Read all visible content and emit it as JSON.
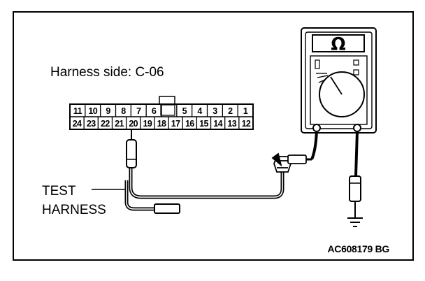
{
  "harness_label": "Harness side: C-06",
  "connector": {
    "top_row": [
      "11",
      "10",
      "9",
      "8",
      "7",
      "6",
      "",
      "5",
      "4",
      "3",
      "2",
      "1"
    ],
    "bottom_row": [
      "24",
      "23",
      "22",
      "21",
      "20",
      "19",
      "18",
      "17",
      "16",
      "15",
      "14",
      "13",
      "12"
    ]
  },
  "test_harness_label": [
    "TEST",
    "HARNESS"
  ],
  "meter": {
    "symbol": "Ω"
  },
  "figure_code": "AC608179 BG"
}
